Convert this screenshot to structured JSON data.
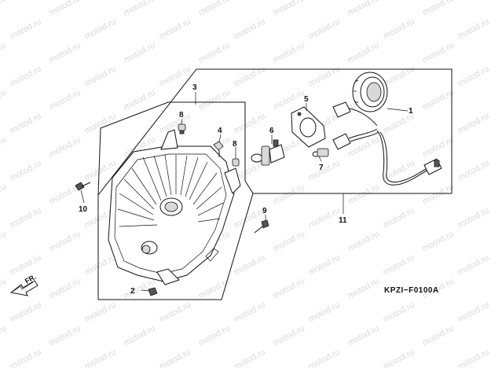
{
  "watermark": "motod.ru",
  "diagram_code": "KPZI−F0100A",
  "direction_label": "FR.",
  "parts": [
    {
      "id": "p1",
      "num": "1",
      "name": "headlight-socket-cover"
    },
    {
      "id": "p2",
      "num": "2",
      "name": "nut"
    },
    {
      "id": "p3",
      "num": "3",
      "name": "headlight-unit"
    },
    {
      "id": "p4",
      "num": "4",
      "name": "adjusting-screw"
    },
    {
      "id": "p5",
      "num": "5",
      "name": "bulb-retainer"
    },
    {
      "id": "p6",
      "num": "6",
      "name": "headlight-bulb"
    },
    {
      "id": "p7",
      "num": "7",
      "name": "position-bulb"
    },
    {
      "id": "p8a",
      "num": "8",
      "name": "grommet-top"
    },
    {
      "id": "p8b",
      "num": "8",
      "name": "grommet-side"
    },
    {
      "id": "p9",
      "num": "9",
      "name": "bolt"
    },
    {
      "id": "p10",
      "num": "10",
      "name": "bolt-left"
    },
    {
      "id": "p11",
      "num": "11",
      "name": "socket-harness"
    }
  ]
}
